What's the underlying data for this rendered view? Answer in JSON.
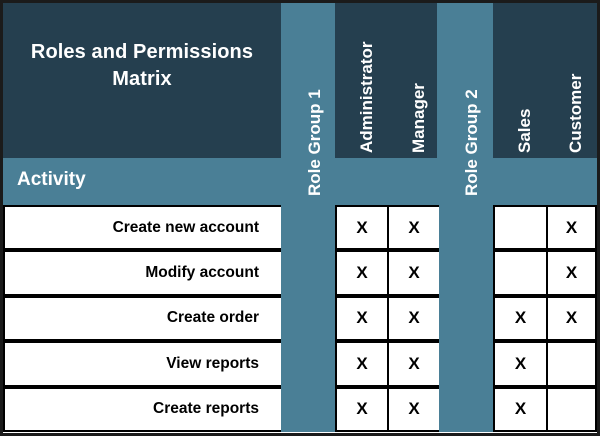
{
  "header": {
    "title": "Roles and Permissions Matrix",
    "title_line1": "Roles and Permissions",
    "title_line2": "Matrix",
    "activity_label": "Activity"
  },
  "colors": {
    "header_navy": "#253f4f",
    "group_teal": "#4a7f96",
    "cell_background": "#ffffff",
    "border": "#000000",
    "text_light": "#ffffff",
    "text_dark": "#000000"
  },
  "columns": [
    {
      "id": "activity",
      "label": "Activity",
      "type": "activity",
      "orientation": "horizontal"
    },
    {
      "id": "role_group_1",
      "label": "Role Group 1",
      "type": "group",
      "orientation": "vertical"
    },
    {
      "id": "administrator",
      "label": "Administrator",
      "type": "role",
      "orientation": "vertical"
    },
    {
      "id": "manager",
      "label": "Manager",
      "type": "role",
      "orientation": "vertical"
    },
    {
      "id": "role_group_2",
      "label": "Role Group 2",
      "type": "group",
      "orientation": "vertical"
    },
    {
      "id": "sales",
      "label": "Sales",
      "type": "role",
      "orientation": "vertical"
    },
    {
      "id": "customer",
      "label": "Customer",
      "type": "role",
      "orientation": "vertical"
    }
  ],
  "mark": "X",
  "rows": [
    {
      "activity": "Create new account",
      "administrator": "X",
      "manager": "X",
      "sales": "",
      "customer": "X"
    },
    {
      "activity": "Modify account",
      "administrator": "X",
      "manager": "X",
      "sales": "",
      "customer": "X"
    },
    {
      "activity": "Create order",
      "administrator": "X",
      "manager": "X",
      "sales": "X",
      "customer": "X"
    },
    {
      "activity": "View reports",
      "administrator": "X",
      "manager": "X",
      "sales": "X",
      "customer": ""
    },
    {
      "activity": "Create reports",
      "administrator": "X",
      "manager": "X",
      "sales": "X",
      "customer": ""
    }
  ]
}
